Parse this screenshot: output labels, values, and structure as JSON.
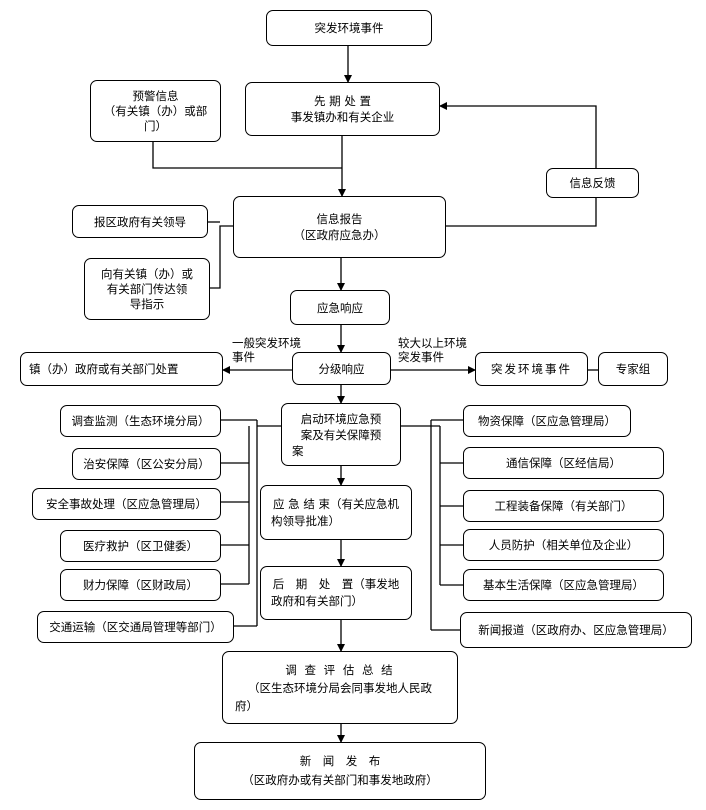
{
  "nodes": {
    "sudden_event": "突发环境事件",
    "initial_title": "先 期 处 置",
    "initial_sub": "事发镇办和有关企业",
    "warning_1": "预警信息",
    "warning_2": "（有关镇（办）或部",
    "warning_3": "门）",
    "info_feedback": "信息反馈",
    "info_report_title": "信息报告",
    "info_report_sub": "（区政府应急办）",
    "report_leader": "报区政府有关领导",
    "convey_1": "向有关镇（办）或",
    "convey_2": "有关部门传达领",
    "convey_3": "导指示",
    "emergency_response": "应急响应",
    "graded_response": "分级响应",
    "general_label_1": "一般突发环境",
    "general_label_2": "事件",
    "major_label_1": "较大以上环境",
    "major_label_2": "突发事件",
    "town_dispose": "镇（办）政府或有关部门处置",
    "sudden_event_2": "突发环境事件",
    "expert_group": "专家组",
    "start_plan_1": "启动环境应急预",
    "start_plan_2": "案及有关保障预",
    "start_plan_3": "案",
    "end_1": "应 急 结 束（有关应急机",
    "end_2": "构领导批准）",
    "post_1": "后　期　处　置（事发地",
    "post_2": "政府和有关部门）",
    "eval_title": "调 查 评 估 总 结",
    "eval_sub_1": "（区生态环境分局会同事发地人民政",
    "eval_sub_2": "府）",
    "news_title": "新　闻　发　布",
    "news_sub": "（区政府办或有关部门和事发地政府）"
  },
  "left_items": [
    "调查监测（生态环境分局）",
    "治安保障（区公安分局）",
    "安全事故处理（区应急管理局）",
    "医疗救护（区卫健委）",
    "财力保障（区财政局）",
    "交通运输（区交通局管理等部门）"
  ],
  "right_items": [
    "物资保障（区应急管理局）",
    "通信保障（区经信局）",
    "工程装备保障（有关部门）",
    "人员防护（相关单位及企业）",
    "基本生活保障（区应急管理局）",
    "新闻报道（区政府办、区应急管理局）"
  ]
}
